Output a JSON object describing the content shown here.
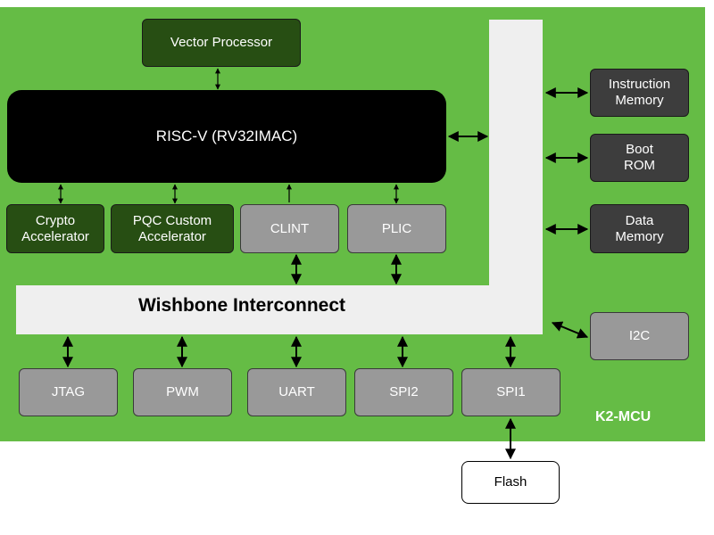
{
  "diagram": {
    "chip_label": "K2-MCU",
    "bus_label": "Wishbone Interconnect",
    "blocks": {
      "vector_processor": "Vector Processor",
      "riscv": "RISC-V (RV32IMAC)",
      "crypto": "Crypto\nAccelerator",
      "pqc": "PQC Custom\nAccelerator",
      "clint": "CLINT",
      "plic": "PLIC",
      "instruction_memory": "Instruction\nMemory",
      "boot_rom": "Boot\nROM",
      "data_memory": "Data\nMemory",
      "i2c": "I2C",
      "jtag": "JTAG",
      "pwm": "PWM",
      "uart": "UART",
      "spi2": "SPI2",
      "spi1": "SPI1",
      "flash": "Flash"
    },
    "colors": {
      "board": "#65bc45",
      "dark_block": "#274e13",
      "peripheral": "#999999",
      "memory": "#3d3d3d",
      "interconnect": "#efefef"
    }
  }
}
